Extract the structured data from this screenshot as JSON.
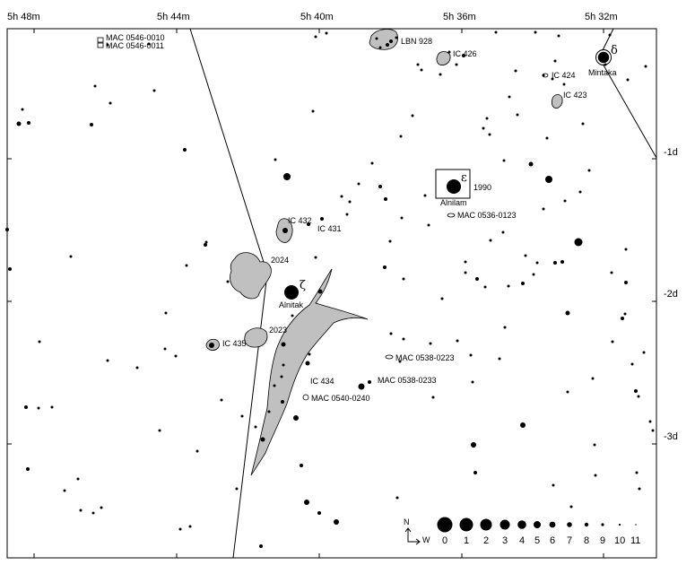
{
  "ra_labels": [
    "5h 48m",
    "5h 44m",
    "5h 40m",
    "5h 36m",
    "5h 32m"
  ],
  "dec_labels": [
    "-1d",
    "-2d",
    "-3d"
  ],
  "stars_named": [
    {
      "greek": "δ",
      "name": "Mintaka"
    },
    {
      "greek": "ε",
      "name": "Alnilam"
    },
    {
      "greek": "ζ",
      "name": "Alnitak"
    }
  ],
  "objects": [
    "MAC 0546-0010",
    "MAC 0546-0011",
    "LBN 928",
    "IC 426",
    "IC 424",
    "IC 423",
    "1990",
    "MAC 0536-0123",
    "IC 432",
    "IC 431",
    "2024",
    "2023",
    "IC 435",
    "MAC 0538-0223",
    "IC 434",
    "MAC 0538-0233",
    "MAC 0540-0240"
  ],
  "legend": {
    "north": "N",
    "west": "W",
    "magnitudes": [
      "0",
      "1",
      "2",
      "3",
      "4",
      "5",
      "6",
      "7",
      "8",
      "9",
      "10",
      "11"
    ]
  }
}
